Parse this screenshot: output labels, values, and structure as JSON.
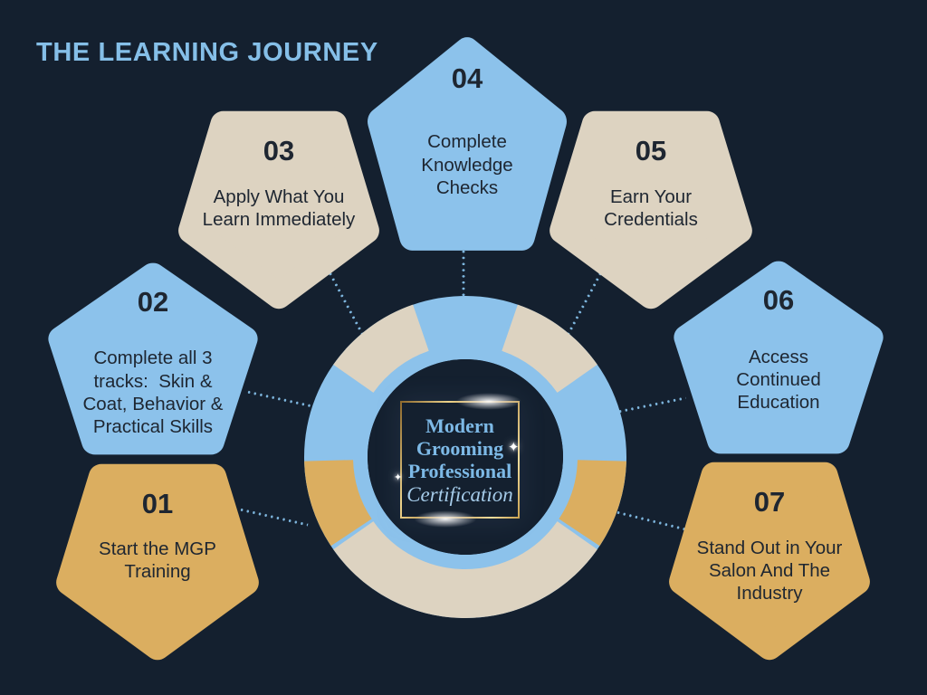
{
  "title": "THE LEARNING JOURNEY",
  "steps": [
    {
      "num": "01",
      "label": "Start the MGP\nTraining",
      "fill": "#dbae60"
    },
    {
      "num": "02",
      "label": "Complete all 3\ntracks:  Skin &\nCoat, Behavior &\nPractical Skills",
      "fill": "#8cc2eb"
    },
    {
      "num": "03",
      "label": "Apply What You\nLearn Immediately",
      "fill": "#ddd3c1"
    },
    {
      "num": "04",
      "label": "Complete\nKnowledge\nChecks",
      "fill": "#8cc2eb"
    },
    {
      "num": "05",
      "label": "Earn Your\nCredentials",
      "fill": "#ddd3c1"
    },
    {
      "num": "06",
      "label": "Access\nContinued\nEducation",
      "fill": "#8cc2eb"
    },
    {
      "num": "07",
      "label": "Stand Out in Your\nSalon And The\nIndustry",
      "fill": "#dbae60"
    }
  ],
  "center": {
    "line1": "Modern",
    "line2": "Grooming",
    "line3": "Professional",
    "line4": "Certification"
  },
  "sparkle_glyph": "✦",
  "colors": {
    "background": "#14202f",
    "blue": "#8cc2eb",
    "beige": "#ddd3c1",
    "gold": "#dbae60",
    "title_text": "#85bfe8",
    "step_text": "#1e2631",
    "center_text": "#7db9e6",
    "certification_text": "#a5cbe9",
    "frame_gold": "#d4a94f",
    "connector_dots": "#7db5dd"
  }
}
